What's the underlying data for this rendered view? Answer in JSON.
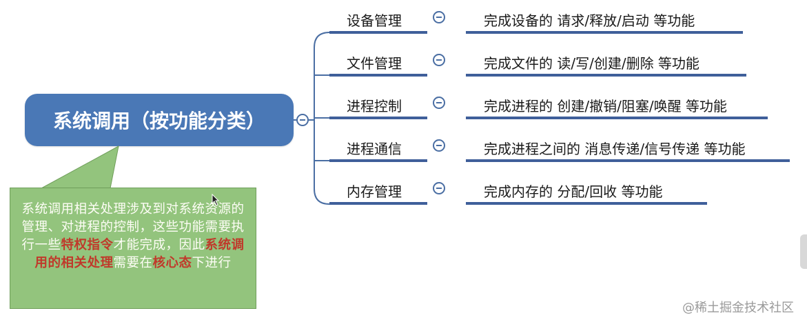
{
  "root": {
    "label": "系统调用（按功能分类）"
  },
  "branches": [
    {
      "name": "设备管理",
      "desc": "完成设备的 请求/释放/启动 等功能"
    },
    {
      "name": "文件管理",
      "desc": "完成文件的 读/写/创建/删除 等功能"
    },
    {
      "name": "进程控制",
      "desc": "完成进程的 创建/撤销/阻塞/唤醒 等功能"
    },
    {
      "name": "进程通信",
      "desc": "完成进程之间的 消息传递/信号传递 等功能"
    },
    {
      "name": "内存管理",
      "desc": "完成内存的 分配/回收 等功能"
    }
  ],
  "callout": {
    "p1": "系统调用相关处理涉及到对系统资源的管理、对进程的控制，这些功能需要执行一些",
    "h1": "特权指令",
    "p2": "才能完成，因此",
    "h2": "系统调用的相关处理",
    "p3": "需要在",
    "h3": "核心态",
    "p4": "下进行"
  },
  "watermark": "@稀土掘金技术社区",
  "colors": {
    "root": "#4a78b6",
    "line": "#3f5f9a",
    "callout": "#93c47d",
    "highlight": "#c0392b"
  }
}
